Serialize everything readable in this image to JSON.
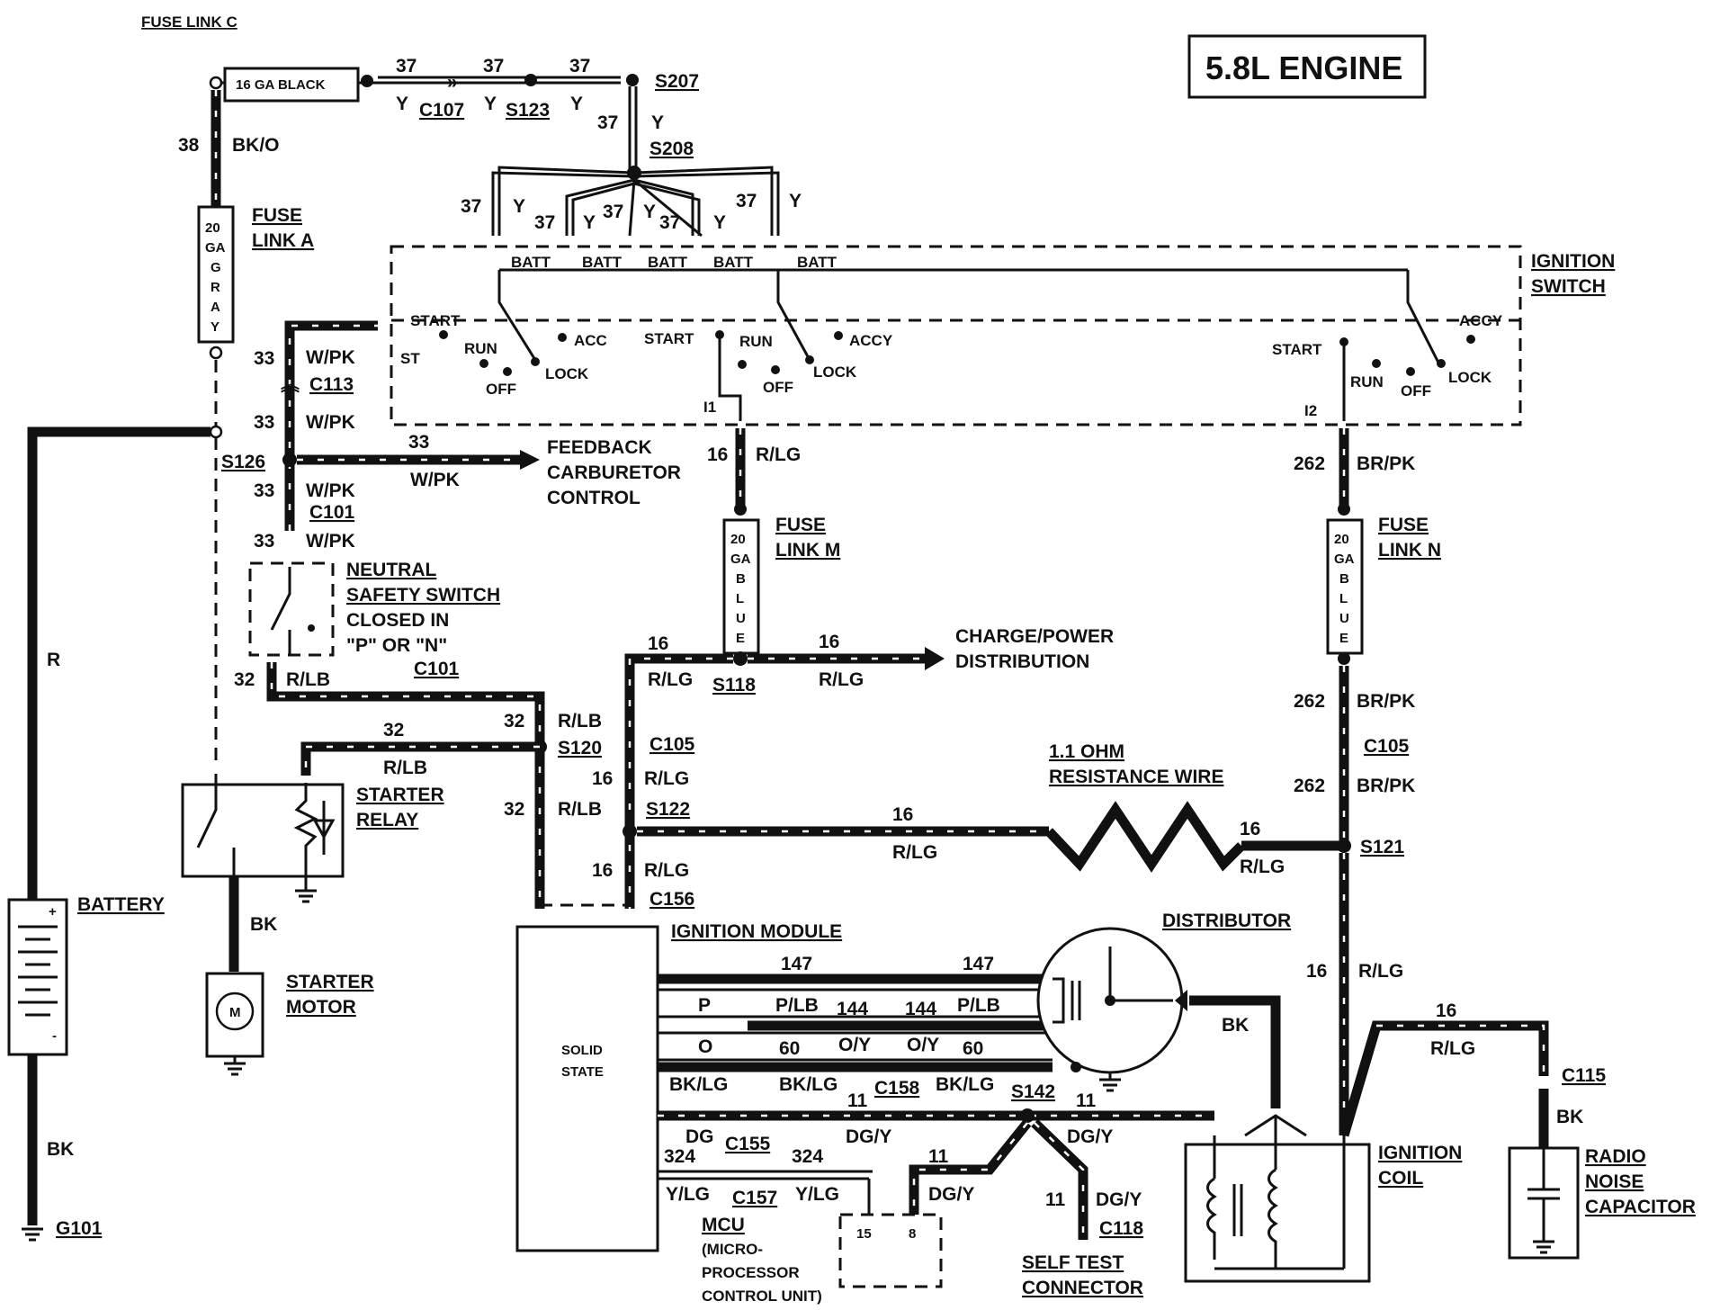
{
  "title": "5.8L ENGINE",
  "fuse_links": {
    "c": {
      "name": "FUSE LINK C",
      "body": "16 GA BLACK"
    },
    "a": {
      "name_1": "FUSE",
      "name_2": "LINK A",
      "body": [
        "20",
        "GA",
        "G",
        "R",
        "A",
        "Y"
      ]
    },
    "m": {
      "name_1": "FUSE",
      "name_2": "LINK M",
      "body": [
        "20",
        "GA",
        "B",
        "L",
        "U",
        "E"
      ]
    },
    "n": {
      "name_1": "FUSE",
      "name_2": "LINK N",
      "body": [
        "20",
        "GA",
        "B",
        "L",
        "U",
        "E"
      ]
    }
  },
  "connectors": {
    "c107": "C107",
    "s123": "S123",
    "s207": "S207",
    "s208": "S208",
    "c113": "C113",
    "s126": "S126",
    "c101_top": "C101",
    "c101_bottom": "C101",
    "s120": "S120",
    "c105_left": "C105",
    "s122": "S122",
    "s118": "S118",
    "c156": "C156",
    "c105_right": "C105",
    "s121": "S121",
    "c158": "C158",
    "s142": "S142",
    "c155": "C155",
    "c157": "C157",
    "c118": "C118",
    "c115": "C115",
    "g101": "G101",
    "i1": "I1",
    "i2": "I2"
  },
  "circuits": {
    "c37": "37",
    "y": "Y",
    "c38": "38",
    "bk_o": "BK/O",
    "c33": "33",
    "w_pk": "W/PK",
    "c32": "32",
    "r_lb": "R/LB",
    "c16": "16",
    "r_lg": "R/LG",
    "c262": "262",
    "br_pk": "BR/PK",
    "r": "R",
    "bk": "BK",
    "c147": "147",
    "p_lb": "P/LB",
    "p": "P",
    "c144": "144",
    "o": "O",
    "o_y": "O/Y",
    "c60": "60",
    "bk_lg": "BK/LG",
    "c11": "11",
    "dg": "DG",
    "dg_y": "DG/Y",
    "c324": "324",
    "y_lg": "Y/LG"
  },
  "ignition_switch": {
    "name_1": "IGNITION",
    "name_2": "SWITCH",
    "batt": "BATT",
    "start": "START",
    "run": "RUN",
    "off": "OFF",
    "lock": "LOCK",
    "acc": "ACC",
    "accy": "ACCY",
    "st": "ST"
  },
  "labels": {
    "feedback_1": "FEEDBACK",
    "feedback_2": "CARBURETOR",
    "feedback_3": "CONTROL",
    "neutral_1": "NEUTRAL",
    "neutral_2": "SAFETY SWITCH",
    "neutral_3": "CLOSED IN",
    "neutral_4": "\"P\" OR \"N\"",
    "starter_relay_1": "STARTER",
    "starter_relay_2": "RELAY",
    "battery": "BATTERY",
    "plus": "+",
    "minus": "-",
    "starter_motor_1": "STARTER",
    "starter_motor_2": "MOTOR",
    "m": "M",
    "charge_1": "CHARGE/POWER",
    "charge_2": "DISTRIBUTION",
    "resistance_1": "1.1 OHM",
    "resistance_2": "RESISTANCE WIRE",
    "ignition_module": "IGNITION MODULE",
    "solid_1": "SOLID",
    "solid_2": "STATE",
    "distributor": "DISTRIBUTOR",
    "ignition_coil_1": "IGNITION",
    "ignition_coil_2": "COIL",
    "radio_1": "RADIO",
    "radio_2": "NOISE",
    "radio_3": "CAPACITOR",
    "mcu_1": "MCU",
    "mcu_2": "(MICRO-",
    "mcu_3": "PROCESSOR",
    "mcu_4": "CONTROL UNIT)",
    "pin15": "15",
    "pin8": "8",
    "self_test_1": "SELF TEST",
    "self_test_2": "CONNECTOR"
  }
}
